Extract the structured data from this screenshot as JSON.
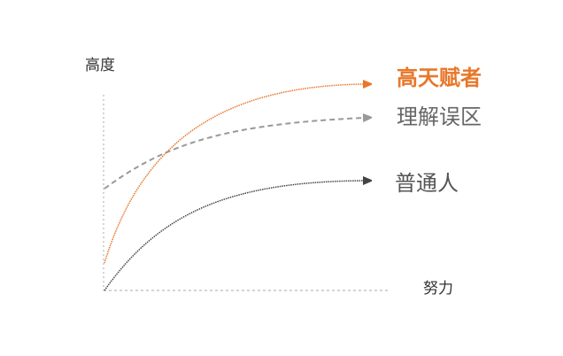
{
  "axes": {
    "y_label": "高度",
    "x_label": "努力"
  },
  "curves": [
    {
      "label": "高天赋者",
      "color": "#e8772a",
      "style": "dotted"
    },
    {
      "label": "理解误区",
      "color": "#999999",
      "style": "dashed"
    },
    {
      "label": "普通人",
      "color": "#444444",
      "style": "dotted"
    }
  ]
}
